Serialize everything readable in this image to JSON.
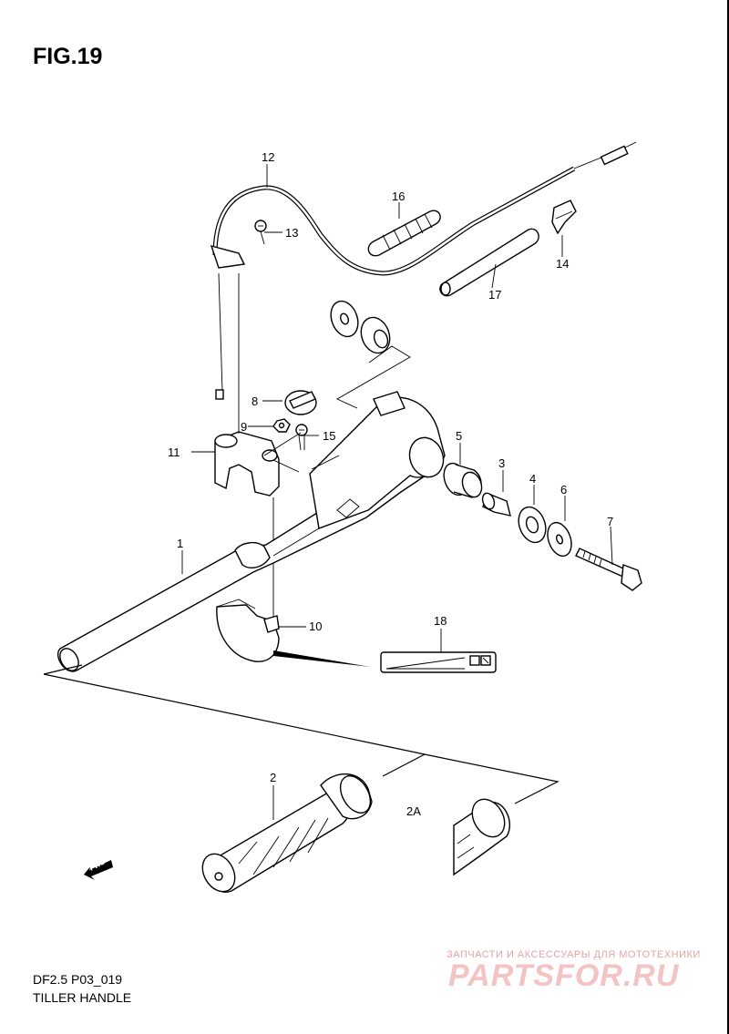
{
  "figure": {
    "title": "FIG.19",
    "code": "DF2.5 P03_019",
    "subtitle": "TILLER HANDLE"
  },
  "callouts": [
    {
      "id": "c1",
      "label": "1"
    },
    {
      "id": "c2",
      "label": "2"
    },
    {
      "id": "c2a",
      "label": "2A"
    },
    {
      "id": "c3",
      "label": "3"
    },
    {
      "id": "c4",
      "label": "4"
    },
    {
      "id": "c5",
      "label": "5"
    },
    {
      "id": "c6",
      "label": "6"
    },
    {
      "id": "c7",
      "label": "7"
    },
    {
      "id": "c8",
      "label": "8"
    },
    {
      "id": "c9",
      "label": "9"
    },
    {
      "id": "c10",
      "label": "10"
    },
    {
      "id": "c11",
      "label": "11"
    },
    {
      "id": "c12",
      "label": "12"
    },
    {
      "id": "c13",
      "label": "13"
    },
    {
      "id": "c14",
      "label": "14"
    },
    {
      "id": "c15",
      "label": "15"
    },
    {
      "id": "c16",
      "label": "16"
    },
    {
      "id": "c17",
      "label": "17"
    },
    {
      "id": "c18",
      "label": "18"
    }
  ],
  "direction_marker": {
    "label": "FWD"
  },
  "watermark": {
    "tagline": "ЗАПЧАСТИ И АКСЕССУАРЫ ДЛЯ МОТОТЕХНИКИ",
    "logo": "PARTSFOR.RU"
  }
}
